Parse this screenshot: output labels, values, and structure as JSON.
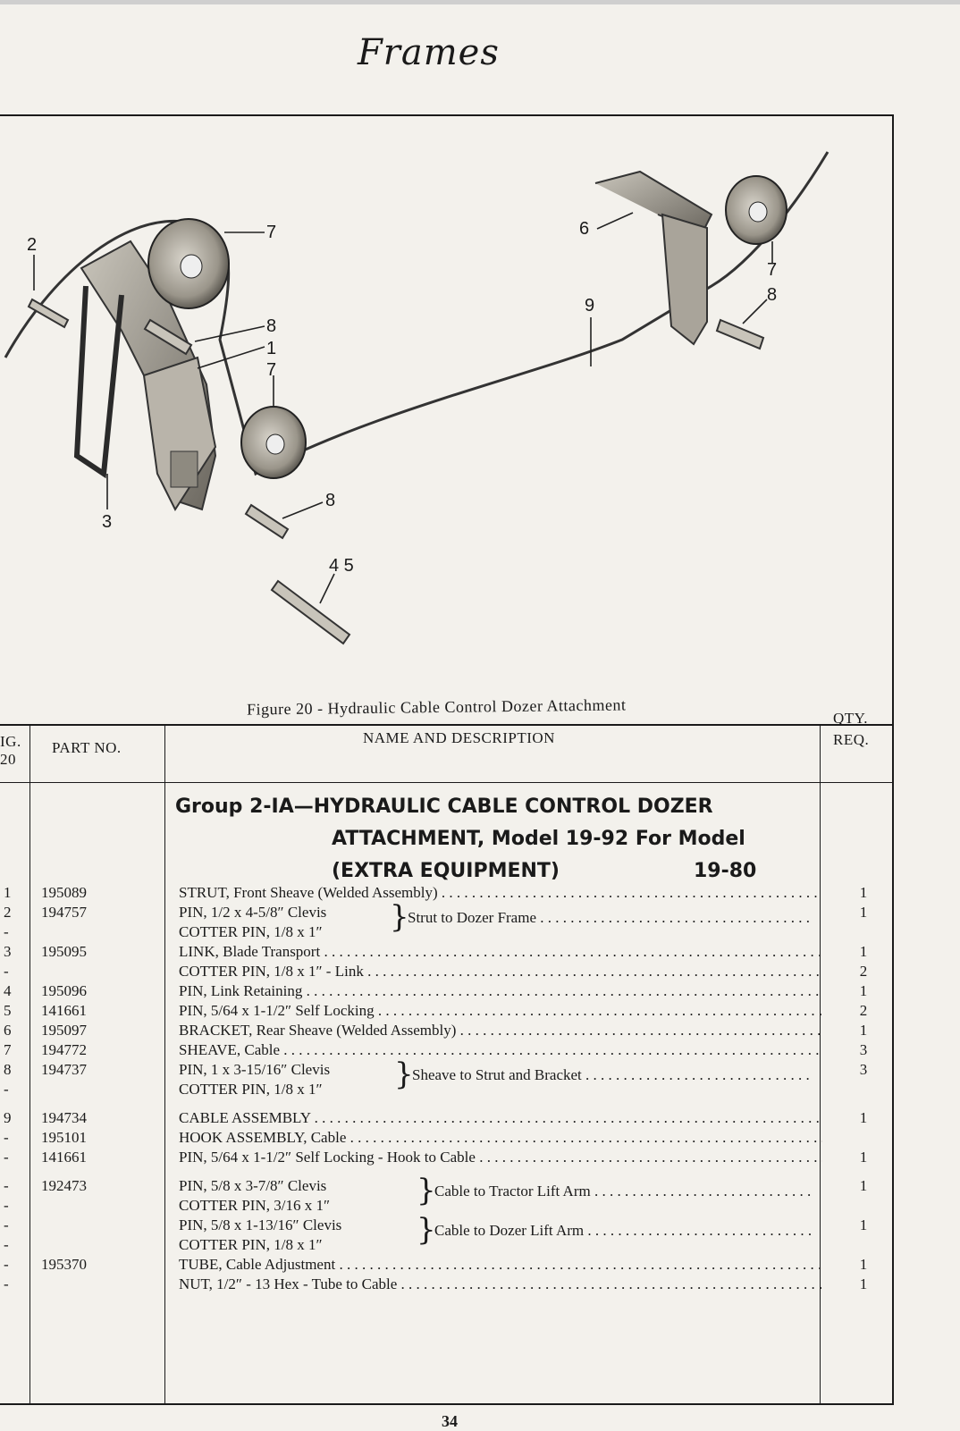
{
  "page_title": "Frames",
  "figure": {
    "caption": "Figure 20 - Hydraulic Cable Control Dozer Attachment",
    "callouts": [
      "2",
      "7",
      "8",
      "1",
      "7",
      "3",
      "8",
      "4 5",
      "6",
      "7",
      "8",
      "9"
    ]
  },
  "table": {
    "headers": {
      "fig": "IG.\n20",
      "fig_line1": "IG.",
      "fig_line2": "20",
      "part": "PART NO.",
      "desc": "NAME AND DESCRIPTION",
      "qty_line1": "QTY.",
      "qty_line2": "REQ."
    },
    "group_heading": {
      "line1": "Group 2-IA—HYDRAULIC CABLE CONTROL DOZER",
      "line2": "ATTACHMENT, Model 19-92  For Model",
      "line3": "(EXTRA EQUIPMENT)",
      "line3_right": "19-80"
    },
    "rows": [
      {
        "fig": "1",
        "part": "195089",
        "desc": "STRUT, Front Sheave (Welded Assembly)",
        "qty": "1"
      },
      {
        "fig": "2",
        "part": "194757",
        "desc": "PIN, 1/2 x 4-5/8″ Clevis",
        "qty": "1"
      },
      {
        "fig": "-",
        "part": "",
        "desc": "COTTER PIN, 1/8 x 1″",
        "qty": ""
      },
      {
        "fig": "3",
        "part": "195095",
        "desc": "LINK, Blade Transport",
        "qty": "1"
      },
      {
        "fig": "-",
        "part": "",
        "desc": "COTTER PIN, 1/8 x 1″ - Link",
        "qty": "2"
      },
      {
        "fig": "4",
        "part": "195096",
        "desc": "PIN, Link Retaining",
        "qty": "1"
      },
      {
        "fig": "5",
        "part": "141661",
        "desc": "PIN, 5/64 x 1-1/2″ Self Locking",
        "qty": "2"
      },
      {
        "fig": "6",
        "part": "195097",
        "desc": "BRACKET, Rear Sheave (Welded Assembly)",
        "qty": "1"
      },
      {
        "fig": "7",
        "part": "194772",
        "desc": "SHEAVE, Cable",
        "qty": "3"
      },
      {
        "fig": "8",
        "part": "194737",
        "desc": "PIN, 1 x 3-15/16″ Clevis",
        "qty": "3"
      },
      {
        "fig": "-",
        "part": "",
        "desc": "COTTER PIN, 1/8 x 1″",
        "qty": ""
      },
      {
        "fig": "9",
        "part": "194734",
        "desc": "CABLE ASSEMBLY",
        "qty": "1"
      },
      {
        "fig": "-",
        "part": "195101",
        "desc": "HOOK ASSEMBLY, Cable",
        "qty": ""
      },
      {
        "fig": "-",
        "part": "141661",
        "desc": "PIN, 5/64 x 1-1/2″ Self Locking - Hook to Cable",
        "qty": "1"
      },
      {
        "fig": "-",
        "part": "192473",
        "desc": "PIN, 5/8 x 3-7/8″ Clevis",
        "qty": "1"
      },
      {
        "fig": "-",
        "part": "",
        "desc": "COTTER PIN, 3/16 x 1″",
        "qty": ""
      },
      {
        "fig": "-",
        "part": "",
        "desc": "PIN, 5/8 x 1-13/16″ Clevis",
        "qty": "1"
      },
      {
        "fig": "-",
        "part": "",
        "desc": "COTTER PIN, 1/8 x 1″",
        "qty": ""
      },
      {
        "fig": "-",
        "part": "195370",
        "desc": "TUBE, Cable Adjustment",
        "qty": "1"
      },
      {
        "fig": "-",
        "part": "",
        "desc": "NUT, 1/2″ - 13 Hex - Tube to Cable",
        "qty": "1"
      }
    ],
    "brace_notes": {
      "strut": "Strut to Dozer Frame",
      "sheave": "Sheave to Strut and Bracket",
      "tractor": "Cable to Tractor Lift Arm",
      "dozer": "Cable to Dozer Lift Arm"
    }
  },
  "page_number": "34"
}
